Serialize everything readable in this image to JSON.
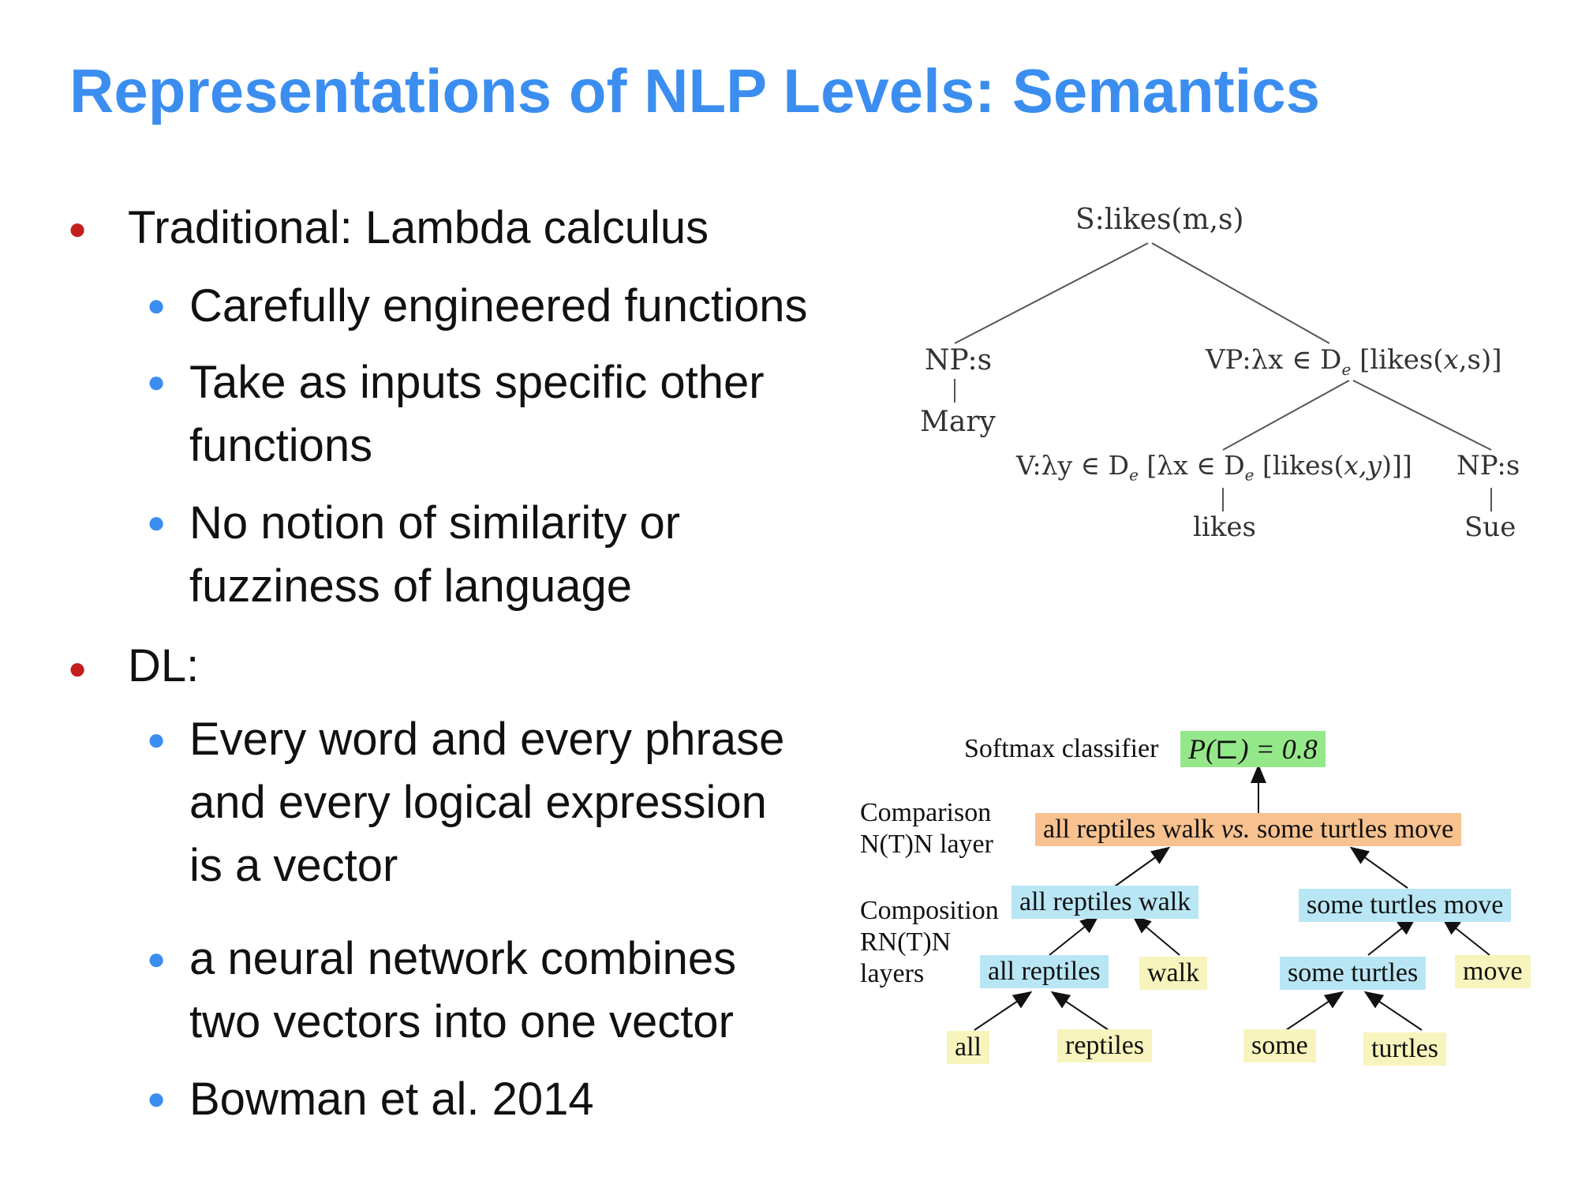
{
  "title": "Representations of NLP Levels: Semantics",
  "bullets": {
    "traditional": "Traditional: Lambda calculus",
    "trad_items": [
      "Carefully engineered functions",
      "Take as inputs specific other",
      "functions",
      "No notion of similarity or",
      "fuzziness of language"
    ],
    "dl": "DL:",
    "dl_items": [
      "Every word and every phrase",
      "and every logical expression",
      "is a vector",
      "a neural network combines",
      "two vectors into one vector",
      "Bowman et al. 2014"
    ]
  },
  "lambda_tree": {
    "root": "S:likes(m,s)",
    "np_left": "NP:s",
    "mary": "Mary",
    "vp_prefix": "VP:λx ∈ D",
    "vp_suffix": " [likes(",
    "vp_var": "x",
    "vp_end": ",s)]",
    "v_prefix": "V:λy ∈ D",
    "v_mid": " [λx ∈ D",
    "v_likes": " [likes(",
    "v_vars": "x,y",
    "v_end": ")]]",
    "sub_e": "e",
    "np_right": "NP:s",
    "likes": "likes",
    "sue": "Sue"
  },
  "network": {
    "softmax_label": "Softmax classifier",
    "softmax_value": "P(⊏) = 0.8",
    "comparison_label": "Comparison\nN(T)N layer",
    "comparison_pre": "all reptiles walk ",
    "comparison_vs": "vs.",
    "comparison_post": " some turtles move",
    "composition_label": "Composition\nRN(T)N\nlayers",
    "all_reptiles_walk": "all reptiles walk",
    "some_turtles_move": "some turtles move",
    "all_reptiles": "all reptiles",
    "walk": "walk",
    "some_turtles": "some turtles",
    "move": "move",
    "all": "all",
    "reptiles": "reptiles",
    "some": "some",
    "turtles": "turtles"
  }
}
